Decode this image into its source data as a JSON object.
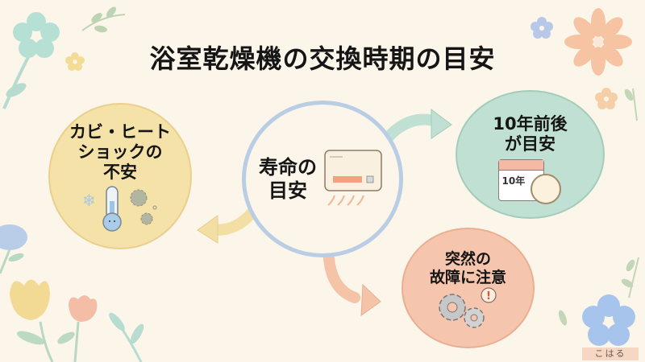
{
  "title": "浴室乾燥機の交換時期の目安",
  "center": {
    "line1": "寿命の",
    "line2": "目安",
    "icon": "bathroom-dryer-heater-icon"
  },
  "nodes": [
    {
      "id": "mold-heatshock",
      "line1": "カビ・ヒート",
      "line2": "ショックの",
      "line3": "不安",
      "icon": "thermometer-snowflake-mold-icon",
      "color": "#f5e2a8"
    },
    {
      "id": "ten-years",
      "line1": "10年前後",
      "line2": "が目安",
      "icon": "calendar-clock-icon",
      "calendar_text": "10年",
      "color": "#bfe0d2"
    },
    {
      "id": "sudden-failure",
      "line1": "突然の",
      "line2": "故障に注意",
      "icon": "broken-gears-warning-icon",
      "color": "#f5c6ad"
    }
  ],
  "arrows": [
    {
      "from": "center",
      "to": "mold-heatshock",
      "color": "#f3dea4"
    },
    {
      "from": "center",
      "to": "ten-years",
      "color": "#bfe0d2"
    },
    {
      "from": "center",
      "to": "sudden-failure",
      "color": "#f4c3a8"
    }
  ],
  "credit": "こはる",
  "colors": {
    "background": "#fbf5ea",
    "center_ring": "#b9cde4"
  }
}
